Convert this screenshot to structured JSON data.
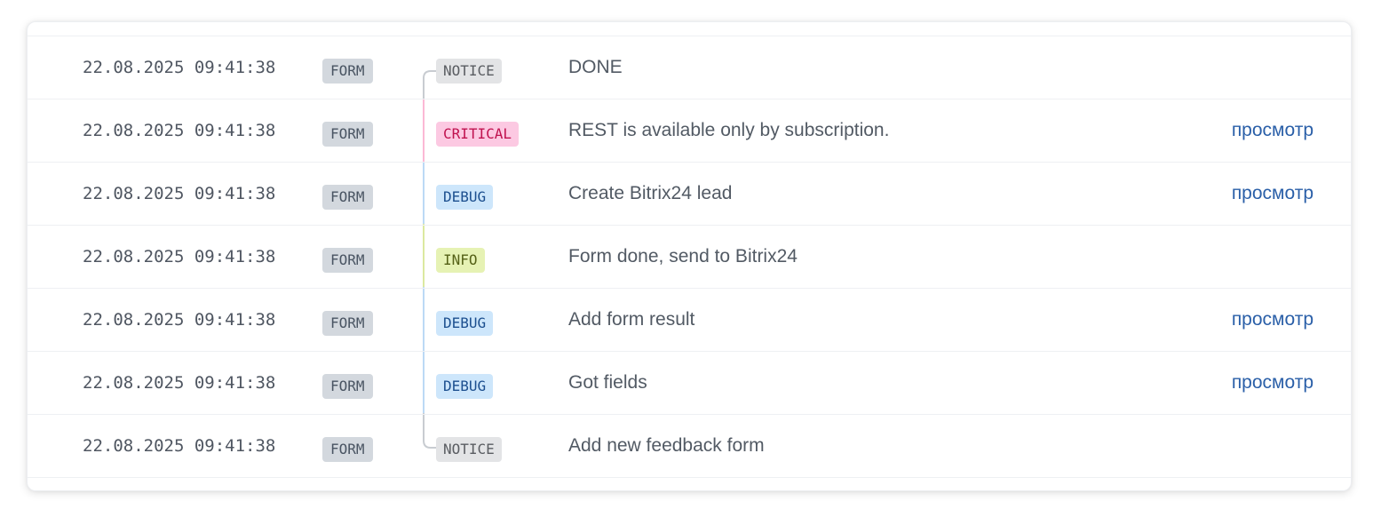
{
  "log": {
    "view_label": "просмотр",
    "colors": {
      "notice": "#e3e4e6",
      "critical": "#fcc9e2",
      "debug": "#cde6fb",
      "info": "#e6f2b4",
      "category": "#d3d8de",
      "link": "#2a5fa8"
    },
    "rows": [
      {
        "timestamp": "22.08.2025 09:41:38",
        "category": "FORM",
        "level": "NOTICE",
        "level_key": "notice",
        "message": "DONE",
        "view": ""
      },
      {
        "timestamp": "22.08.2025 09:41:38",
        "category": "FORM",
        "level": "CRITICAL",
        "level_key": "critical",
        "message": "REST is available only by subscription.",
        "view": "просмотр"
      },
      {
        "timestamp": "22.08.2025 09:41:38",
        "category": "FORM",
        "level": "DEBUG",
        "level_key": "debug",
        "message": "Create Bitrix24 lead",
        "view": "просмотр"
      },
      {
        "timestamp": "22.08.2025 09:41:38",
        "category": "FORM",
        "level": "INFO",
        "level_key": "info",
        "message": "Form done, send to Bitrix24",
        "view": ""
      },
      {
        "timestamp": "22.08.2025 09:41:38",
        "category": "FORM",
        "level": "DEBUG",
        "level_key": "debug",
        "message": "Add form result",
        "view": "просмотр"
      },
      {
        "timestamp": "22.08.2025 09:41:38",
        "category": "FORM",
        "level": "DEBUG",
        "level_key": "debug",
        "message": "Got fields",
        "view": "просмотр"
      },
      {
        "timestamp": "22.08.2025 09:41:38",
        "category": "FORM",
        "level": "NOTICE",
        "level_key": "notice",
        "message": "Add new feedback form",
        "view": ""
      }
    ]
  }
}
